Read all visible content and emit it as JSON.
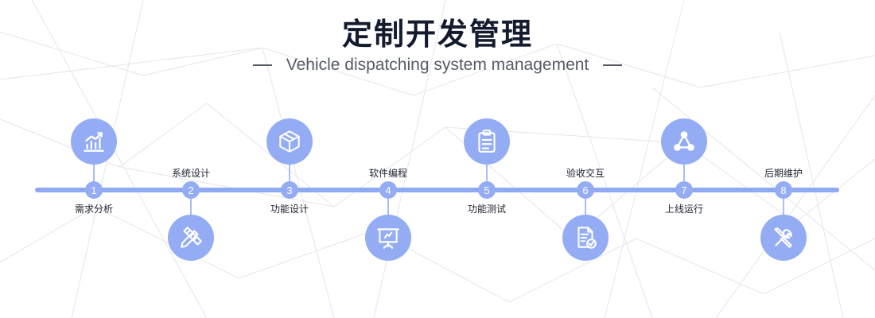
{
  "title": "定制开发管理",
  "subtitle": "Vehicle dispatching system management",
  "accent_color": "#93acf4",
  "steps": [
    {
      "number": "1",
      "label": "需求分析",
      "icon": "chart-icon"
    },
    {
      "number": "2",
      "label": "系统设计",
      "icon": "pencil-ruler-icon"
    },
    {
      "number": "3",
      "label": "功能设计",
      "icon": "cube-icon"
    },
    {
      "number": "4",
      "label": "软件编程",
      "icon": "presentation-board-icon"
    },
    {
      "number": "5",
      "label": "功能测试",
      "icon": "clipboard-icon"
    },
    {
      "number": "6",
      "label": "验收交互",
      "icon": "document-check-icon"
    },
    {
      "number": "7",
      "label": "上线运行",
      "icon": "network-icon"
    },
    {
      "number": "8",
      "label": "后期维护",
      "icon": "wrench-screwdriver-icon"
    }
  ]
}
